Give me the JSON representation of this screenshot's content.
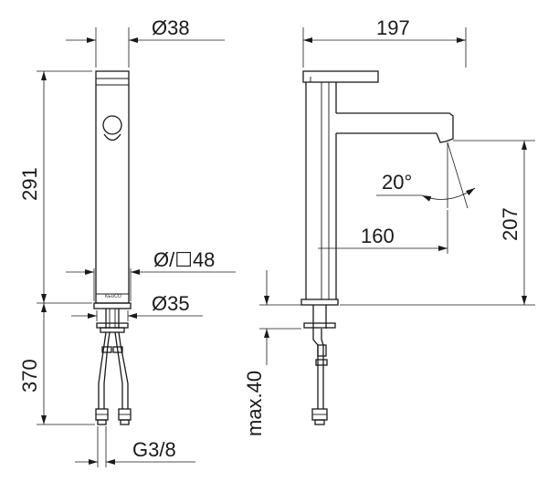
{
  "dimensions": {
    "top_diameter": "Ø38",
    "overall_depth": "197",
    "body_height": "291",
    "base_size": "Ø/☐48",
    "mount_diameter": "Ø35",
    "hose_length": "370",
    "connection_thread": "G3/8",
    "spout_angle": "20°",
    "spout_reach": "160",
    "spout_height": "207",
    "max_deck_thickness": "max.40"
  },
  "brand_mark": "KEUCO"
}
